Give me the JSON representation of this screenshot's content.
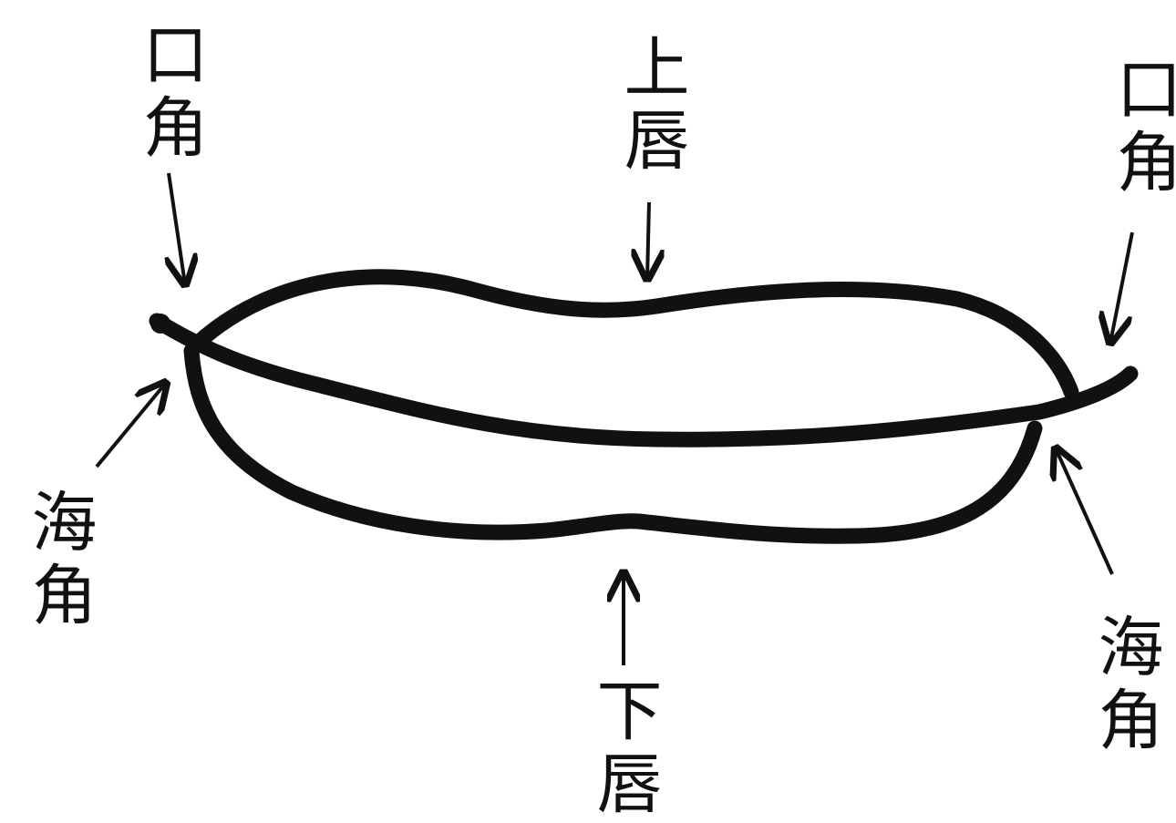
{
  "labels": {
    "mouth_corner_left": "口角",
    "upper_lip": "上唇",
    "mouth_corner_right": "口角",
    "sea_corner_left": "海角",
    "sea_corner_right": "海角",
    "lower_lip": "下唇"
  },
  "colors": {
    "ink": "#111111",
    "background": "#ffffff"
  }
}
